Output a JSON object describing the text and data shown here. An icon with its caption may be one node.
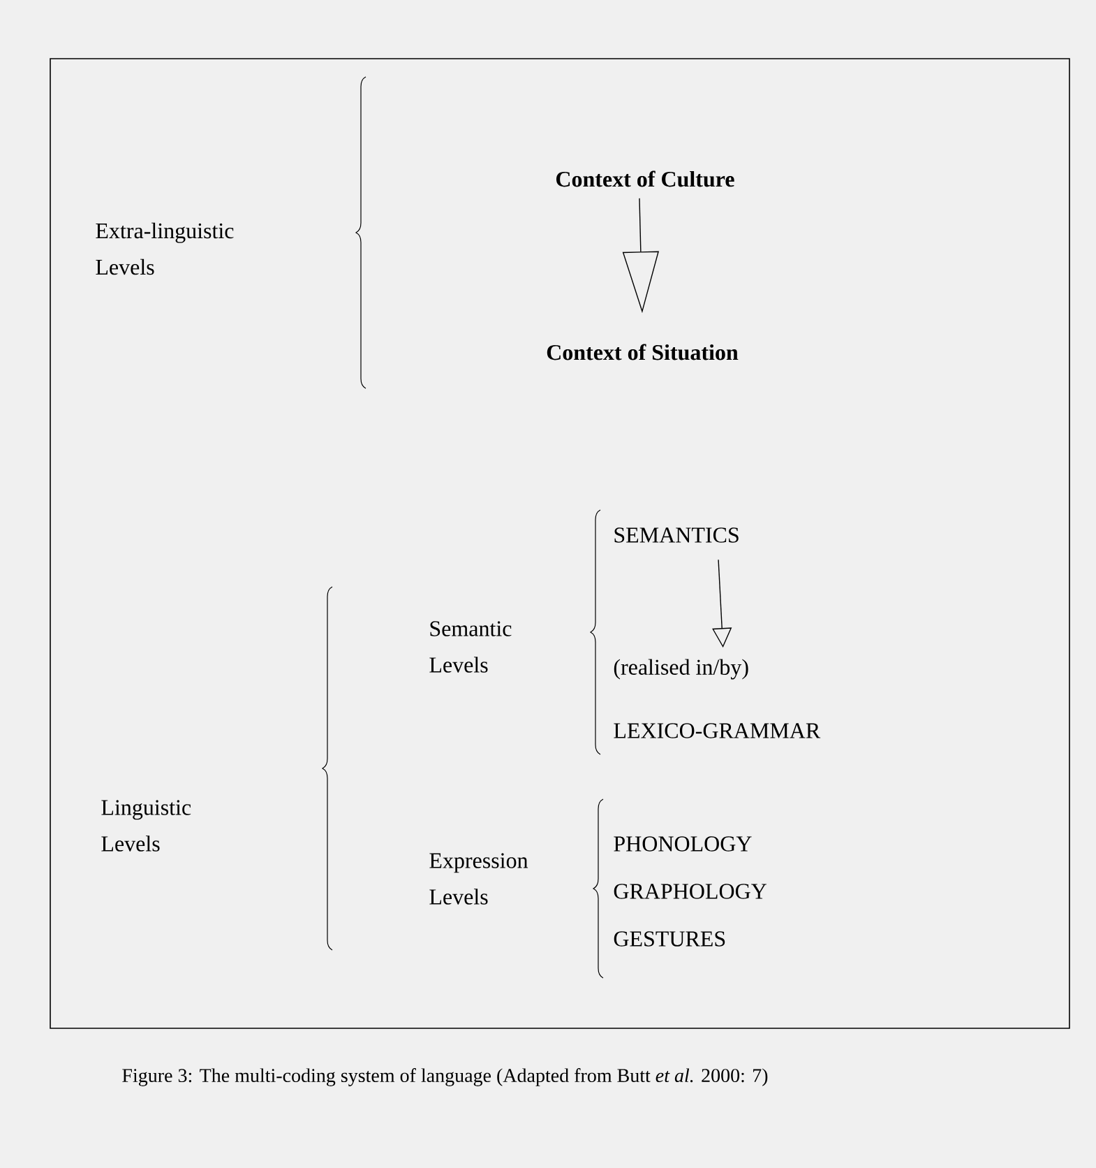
{
  "diagram": {
    "caption": "Figure 3: The multi-coding system of language  (Adapted from Butt *et al.* 2000: 7)",
    "nodes": [
      {
        "text": [
          "Context of Culture"
        ]
      },
      {
        "text": [
          "Context of Situation"
        ]
      },
      {
        "text": [
          "SEMANTICS"
        ]
      },
      {
        "text": [
          "(realised in/by)"
        ]
      }
    ],
    "edges": [
      {
        "from": 0,
        "to": 1,
        "arrow": "to"
      },
      {
        "from": 2,
        "to": 3,
        "arrow": "to"
      }
    ],
    "labels": [
      "Extra-linguistic Levels",
      "Semantic Levels",
      "LEXICO-GRAMMAR",
      "Linguistic Levels",
      "Expression Levels",
      "PHONOLOGY",
      "GRAPHOLOGY",
      "GESTURES"
    ]
  }
}
